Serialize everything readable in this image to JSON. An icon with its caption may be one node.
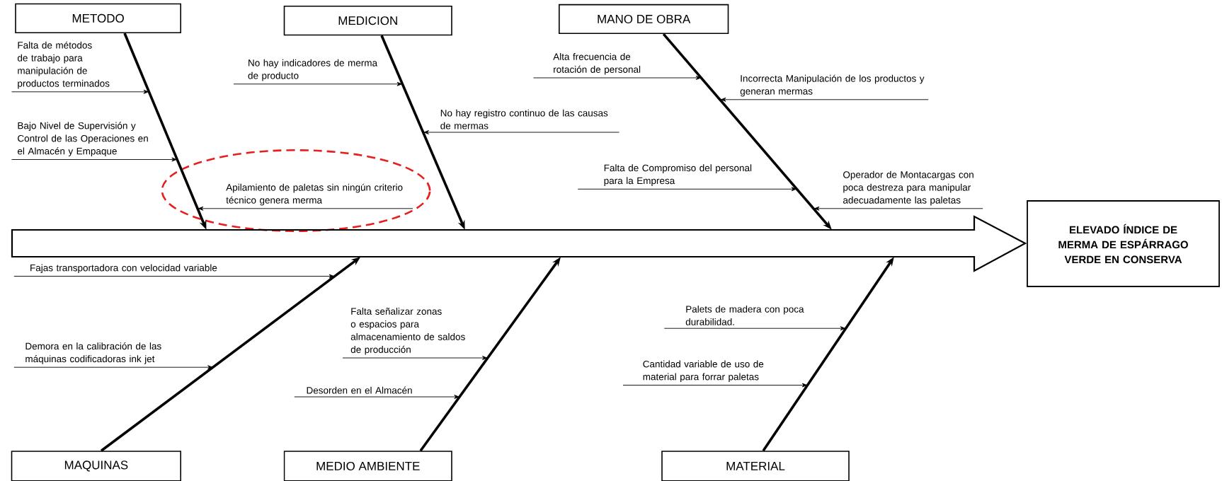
{
  "diagram": {
    "nodes": [
      {
        "text": [
          "METODO"
        ]
      },
      {
        "text": [
          "MEDICION"
        ]
      },
      {
        "text": [
          "MANO DE OBRA"
        ]
      },
      {
        "text": [
          "Falta de métodos de trabajo para manipulación de productos terminados"
        ]
      },
      {
        "text": [
          "Bajo Nivel de Supervisión y Control de las Operaciones en el Almacén y Empaque"
        ]
      },
      {
        "text": [],
        "shape": "ellipse"
      },
      {
        "text": [
          "Apilamiento de paletas sin ningún criterio técnico genera merma"
        ],
        "in": 5
      },
      {
        "text": [
          "No hay indicadores de merma de producto"
        ]
      },
      {
        "text": [
          "No hay registro continuo de las causas de mermas"
        ]
      },
      {
        "text": [
          "Alta frecuencia de rotación de personal"
        ]
      },
      {
        "text": [
          "Incorrecta Manipulación de los productos y generan mermas"
        ]
      },
      {
        "text": [
          "Falta de Compromiso del personal para la Empresa"
        ]
      },
      {
        "text": [
          "Operador de Montacargas con poca destreza para manipular adecuadamente las paletas"
        ]
      },
      {
        "text": [],
        "shape": "arrow"
      },
      {
        "text": [
          "ELEVADO ÍNDICE DE MERMA DE ESPÁRRAGO VERDE EN CONSERVA"
        ]
      },
      {
        "text": [
          "Fajas transportadora con velocidad variable"
        ]
      },
      {
        "text": [
          "Falta señalizar zonas o espacios para almacenamiento de saldos de producción"
        ]
      },
      {
        "text": [
          "Palets de madera con poca durabilidad."
        ]
      },
      {
        "text": [
          "Demora en la calibración de las máquinas codificadoras ink jet"
        ]
      },
      {
        "text": [
          "Cantidad variable de uso de material para forrar paletas"
        ]
      },
      {
        "text": [
          "Desorden en el Almacén"
        ]
      },
      {
        "text": [
          "MAQUINAS"
        ]
      },
      {
        "text": [
          "MEDIO AMBIENTE"
        ]
      },
      {
        "text": [
          "MATERIAL"
        ]
      }
    ],
    "edges": [
      {
        "from": 0,
        "to": 13,
        "arrow": "to",
        "style": "thick"
      },
      {
        "from": 1,
        "to": 13,
        "arrow": "to",
        "style": "thick"
      },
      {
        "from": 2,
        "to": 13,
        "arrow": "to",
        "style": "thick"
      },
      {
        "from": 21,
        "to": 13,
        "arrow": "to",
        "style": "thick"
      },
      {
        "from": 22,
        "to": 13,
        "arrow": "to",
        "style": "thick"
      },
      {
        "from": 23,
        "to": 13,
        "arrow": "to",
        "style": "thick"
      },
      {
        "from": 3,
        "to": null,
        "arrow": "to"
      },
      {
        "from": 4,
        "to": null,
        "arrow": "to"
      },
      {
        "from": 6,
        "to": null,
        "arrow": "to"
      },
      {
        "from": 7,
        "to": null,
        "arrow": "to"
      },
      {
        "from": 8,
        "to": null,
        "arrow": "to"
      },
      {
        "from": 9,
        "to": null,
        "arrow": "to"
      },
      {
        "from": 10,
        "to": null,
        "arrow": "to"
      },
      {
        "from": 11,
        "to": null,
        "arrow": "to"
      },
      {
        "from": 12,
        "to": null,
        "arrow": "to"
      },
      {
        "from": 15,
        "to": null,
        "arrow": "to"
      },
      {
        "from": 18,
        "to": null,
        "arrow": "to"
      },
      {
        "from": 16,
        "to": null,
        "arrow": "to"
      },
      {
        "from": 20,
        "to": null,
        "arrow": "to"
      },
      {
        "from": 17,
        "to": null,
        "arrow": "to"
      },
      {
        "from": 19,
        "to": null,
        "arrow": "to"
      }
    ]
  }
}
